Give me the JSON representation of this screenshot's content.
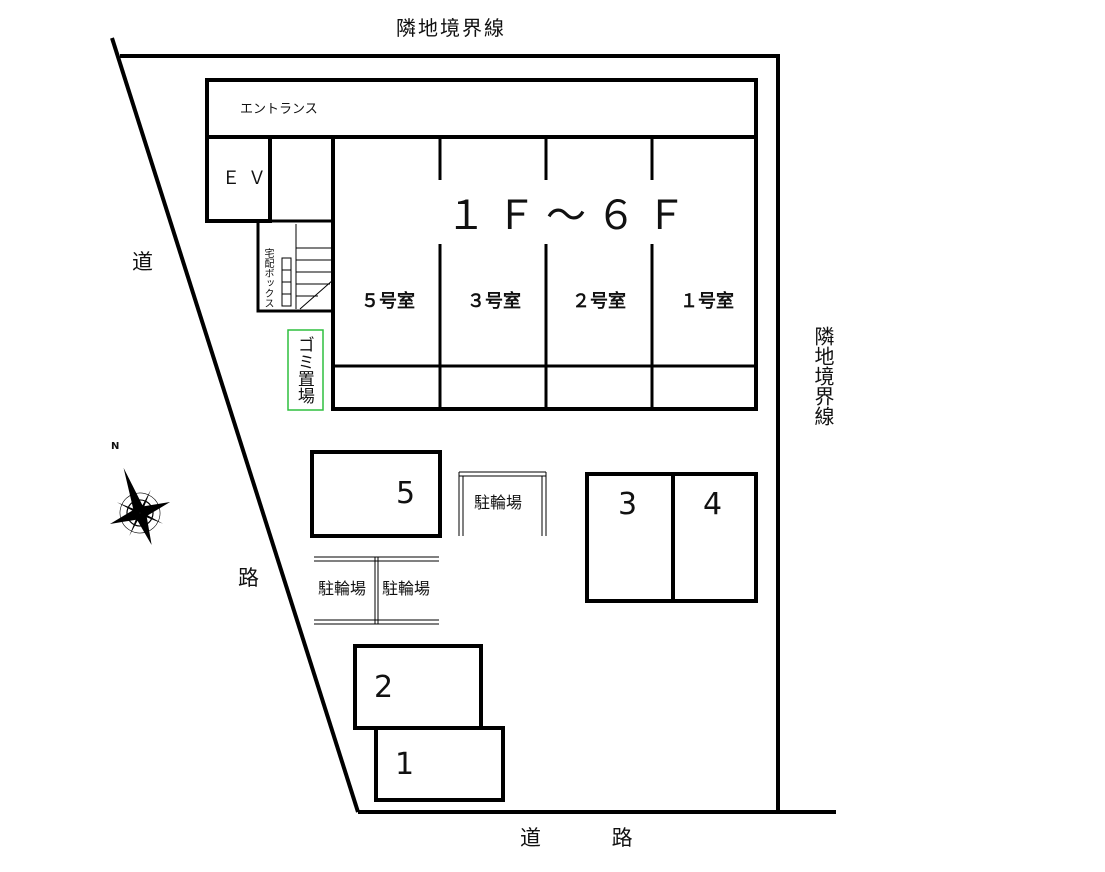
{
  "labels": {
    "boundary_top": "隣地境界線",
    "boundary_right": "隣地境界線",
    "road_left_1": "道",
    "road_left_2": "路",
    "road_bottom": "道 路"
  },
  "building": {
    "entrance": "エントランス",
    "elevator": "ＥＶ",
    "floors": "１Ｆ～６Ｆ",
    "delivery_box": "宅配ボックス",
    "garbage": "ゴミ置場",
    "rooms": [
      "５号室",
      "３号室",
      "２号室",
      "１号室"
    ]
  },
  "parking": {
    "spaces": [
      "5",
      "3",
      "4",
      "2",
      "1"
    ]
  },
  "bicycle": {
    "areas": [
      "駐輪場",
      "駐輪場",
      "駐輪場"
    ]
  },
  "compass": {
    "north": "N"
  },
  "colors": {
    "line": "#000000",
    "garbage_outline": "#2fbf3f"
  }
}
